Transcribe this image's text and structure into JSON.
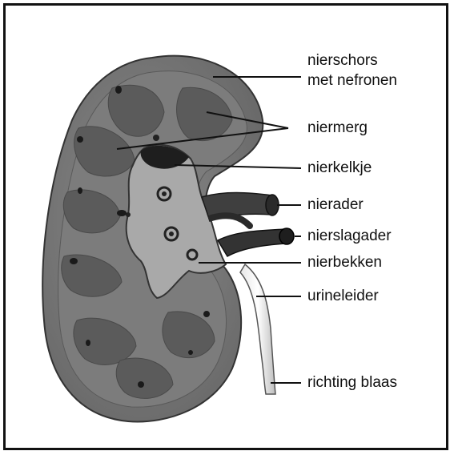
{
  "labels": {
    "nierschors": "nierschors",
    "met_nefronen": "met nefronen",
    "niermerg": "niermerg",
    "nierkelkje": "nierkelkje",
    "nierader": "nierader",
    "nierslagader": "nierslagader",
    "nierbekken": "nierbekken",
    "urineleider": "urineleider",
    "richting_blaas": "richting blaas"
  }
}
